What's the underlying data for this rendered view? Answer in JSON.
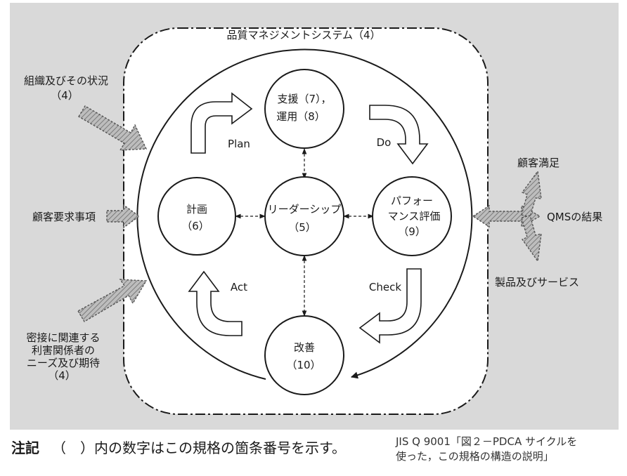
{
  "system_label": "品質マネジメントシステム（4）",
  "nodes": {
    "support": {
      "line1": "支援（7），",
      "line2": "運用（8）"
    },
    "plan_node": {
      "line1": "計画",
      "line2": "（6）"
    },
    "leadership": {
      "line1": "リーダーシップ",
      "line2": "（5）"
    },
    "performance": {
      "line1": "パフォー",
      "line2": "マンス評価",
      "line3": "（9）"
    },
    "improvement": {
      "line1": "改善",
      "line2": "（10）"
    }
  },
  "cycle_labels": {
    "plan": "Plan",
    "do": "Do",
    "check": "Check",
    "act": "Act"
  },
  "inputs": {
    "context": {
      "line1": "組織及びその状況",
      "line2": "（4）"
    },
    "requirements": "顧客要求事項",
    "parties": {
      "line1": "密接に関連する",
      "line2": "利害関係者の",
      "line3": "ニーズ及び期待",
      "line4": "（4）"
    }
  },
  "outputs": {
    "satisfaction": "顧客満足",
    "results": "QMSの結果",
    "products": "製品及びサービス"
  },
  "footer": {
    "note_label": "注記",
    "note_text": "（　）内の数字はこの規格の箇条番号を示す。",
    "source_line1": "JIS Q 9001「図２－PDCA サイクルを",
    "source_line2": "使った，この規格の構造の説明」"
  },
  "colors": {
    "panel": "#d9d9d9",
    "ink": "#1a1a1a",
    "arrow_fill": "#a6a6a6"
  }
}
